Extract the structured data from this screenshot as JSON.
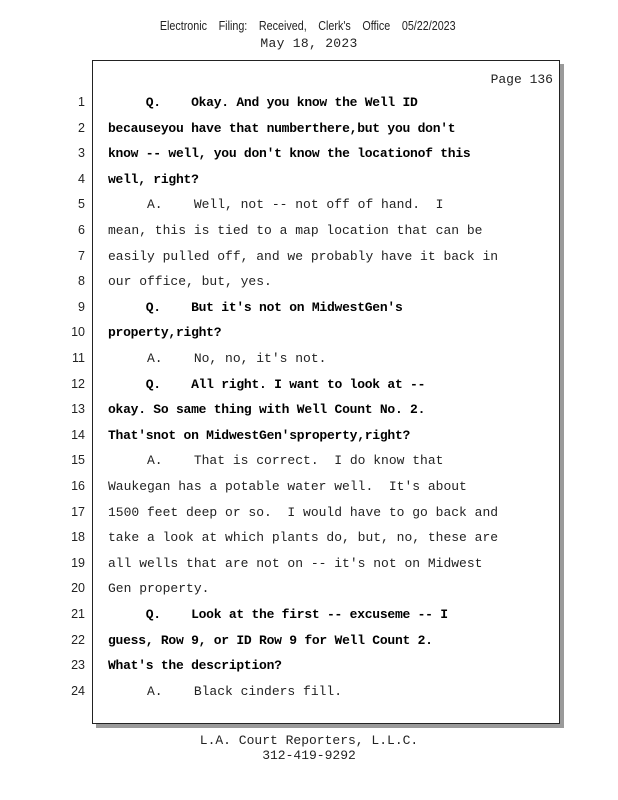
{
  "header": {
    "filing_stamp": "Electronic Filing: Received, Clerk's Office 05/22/2023",
    "date": "May 18, 2023"
  },
  "page": {
    "label": "Page 136"
  },
  "lines": [
    {
      "n": "1",
      "text": "     Q.    Okay. And you know the Well ID",
      "bold": true
    },
    {
      "n": "2",
      "text": "becauseyou have that numberthere,but you don't",
      "bold": true
    },
    {
      "n": "3",
      "text": "know -- well, you don't know the locationof this",
      "bold": true
    },
    {
      "n": "4",
      "text": "well, right?",
      "bold": true
    },
    {
      "n": "5",
      "text": "     A.    Well, not -- not off of hand.  I",
      "bold": false
    },
    {
      "n": "6",
      "text": "mean, this is tied to a map location that can be",
      "bold": false
    },
    {
      "n": "7",
      "text": "easily pulled off, and we probably have it back in",
      "bold": false
    },
    {
      "n": "8",
      "text": "our office, but, yes.",
      "bold": false
    },
    {
      "n": "9",
      "text": "     Q.    But it's not on MidwestGen's",
      "bold": true
    },
    {
      "n": "10",
      "text": "property,right?",
      "bold": true
    },
    {
      "n": "11",
      "text": "     A.    No, no, it's not.",
      "bold": false
    },
    {
      "n": "12",
      "text": "     Q.    All right. I want to look at --",
      "bold": true
    },
    {
      "n": "13",
      "text": "okay. So same thing with Well Count No. 2.",
      "bold": true
    },
    {
      "n": "14",
      "text": "That'snot on MidwestGen'sproperty,right?",
      "bold": true
    },
    {
      "n": "15",
      "text": "     A.    That is correct.  I do know that",
      "bold": false
    },
    {
      "n": "16",
      "text": "Waukegan has a potable water well.  It's about",
      "bold": false
    },
    {
      "n": "17",
      "text": "1500 feet deep or so.  I would have to go back and",
      "bold": false
    },
    {
      "n": "18",
      "text": "take a look at which plants do, but, no, these are",
      "bold": false
    },
    {
      "n": "19",
      "text": "all wells that are not on -- it's not on Midwest",
      "bold": false
    },
    {
      "n": "20",
      "text": "Gen property.",
      "bold": false
    },
    {
      "n": "21",
      "text": "     Q.    Look at the first -- excuseme -- I",
      "bold": true
    },
    {
      "n": "22",
      "text": "guess, Row 9, or ID Row 9 for Well Count 2.",
      "bold": true
    },
    {
      "n": "23",
      "text": "What's the description?",
      "bold": true
    },
    {
      "n": "24",
      "text": "     A.    Black cinders fill.",
      "bold": false
    }
  ],
  "footer": {
    "company": "L.A. Court Reporters, L.L.C.",
    "phone": "312-419-9292"
  }
}
